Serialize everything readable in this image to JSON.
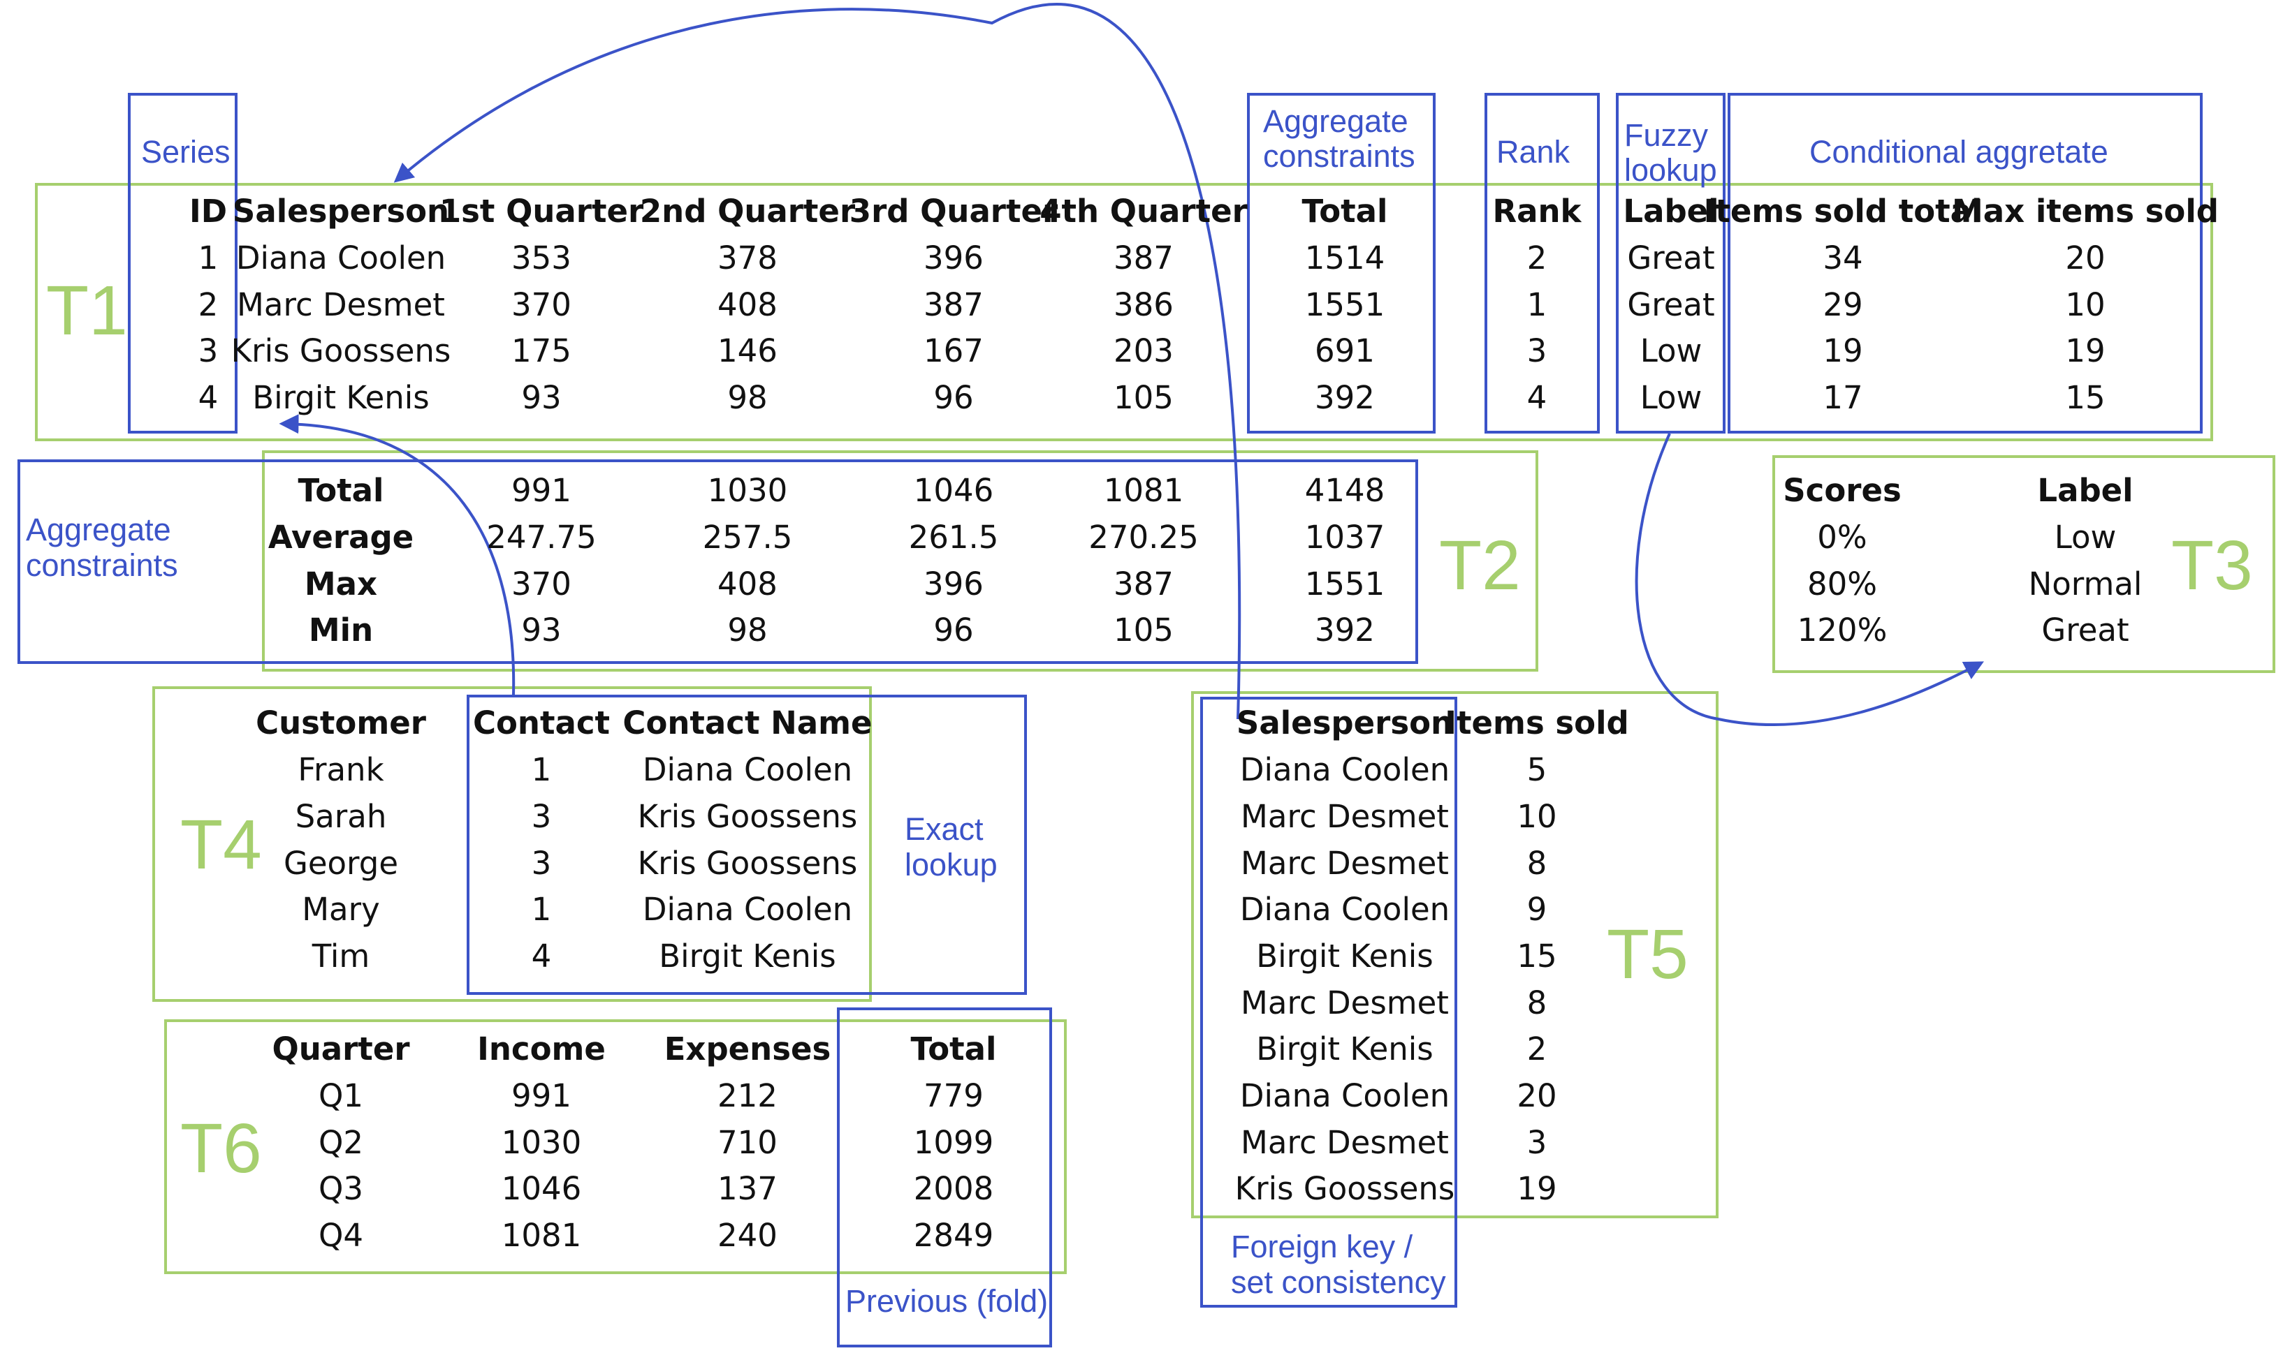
{
  "colors": {
    "table_border": "#a6cf6e",
    "constraint_border": "#3b53c8",
    "table_label": "#a6cf6e",
    "constraint_label": "#3b53c8",
    "text": "#111111"
  },
  "t1": {
    "label": "T1",
    "headers": [
      "ID",
      "Salesperson",
      "1st Quarter",
      "2nd Quarter",
      "3rd Quarter",
      "4th Quarter",
      "Total",
      "Rank",
      "Label",
      "Items sold total",
      "Max items sold"
    ],
    "rows": [
      [
        "1",
        "Diana Coolen",
        "353",
        "378",
        "396",
        "387",
        "1514",
        "2",
        "Great",
        "34",
        "20"
      ],
      [
        "2",
        "Marc Desmet",
        "370",
        "408",
        "387",
        "386",
        "1551",
        "1",
        "Great",
        "29",
        "10"
      ],
      [
        "3",
        "Kris Goossens",
        "175",
        "146",
        "167",
        "203",
        "691",
        "3",
        "Low",
        "19",
        "19"
      ],
      [
        "4",
        "Birgit Kenis",
        "93",
        "98",
        "96",
        "105",
        "392",
        "4",
        "Low",
        "17",
        "15"
      ]
    ]
  },
  "t2": {
    "label": "T2",
    "rows": [
      [
        "Total",
        "991",
        "1030",
        "1046",
        "1081",
        "4148"
      ],
      [
        "Average",
        "247.75",
        "257.5",
        "261.5",
        "270.25",
        "1037"
      ],
      [
        "Max",
        "370",
        "408",
        "396",
        "387",
        "1551"
      ],
      [
        "Min",
        "93",
        "98",
        "96",
        "105",
        "392"
      ]
    ]
  },
  "t3": {
    "label": "T3",
    "headers": [
      "Scores",
      "Label"
    ],
    "rows": [
      [
        "0%",
        "Low"
      ],
      [
        "80%",
        "Normal"
      ],
      [
        "120%",
        "Great"
      ]
    ]
  },
  "t4": {
    "label": "T4",
    "headers": [
      "Customer",
      "Contact",
      "Contact Name"
    ],
    "rows": [
      [
        "Frank",
        "1",
        "Diana Coolen"
      ],
      [
        "Sarah",
        "3",
        "Kris Goossens"
      ],
      [
        "George",
        "3",
        "Kris Goossens"
      ],
      [
        "Mary",
        "1",
        "Diana Coolen"
      ],
      [
        "Tim",
        "4",
        "Birgit Kenis"
      ]
    ]
  },
  "t5": {
    "label": "T5",
    "headers": [
      "Salesperson",
      "Items sold"
    ],
    "rows": [
      [
        "Diana Coolen",
        "5"
      ],
      [
        "Marc Desmet",
        "10"
      ],
      [
        "Marc Desmet",
        "8"
      ],
      [
        "Diana Coolen",
        "9"
      ],
      [
        "Birgit Kenis",
        "15"
      ],
      [
        "Marc Desmet",
        "8"
      ],
      [
        "Birgit Kenis",
        "2"
      ],
      [
        "Diana Coolen",
        "20"
      ],
      [
        "Marc Desmet",
        "3"
      ],
      [
        "Kris Goossens",
        "19"
      ]
    ]
  },
  "t6": {
    "label": "T6",
    "headers": [
      "Quarter",
      "Income",
      "Expenses",
      "Total"
    ],
    "rows": [
      [
        "Q1",
        "991",
        "212",
        "779"
      ],
      [
        "Q2",
        "1030",
        "710",
        "1099"
      ],
      [
        "Q3",
        "1046",
        "137",
        "2008"
      ],
      [
        "Q4",
        "1081",
        "240",
        "2849"
      ]
    ]
  },
  "constraints": {
    "series": "Series",
    "aggregate_t1": [
      "Aggregate",
      "constraints"
    ],
    "rank": "Rank",
    "fuzzy": [
      "Fuzzy",
      "lookup"
    ],
    "conditional": "Conditional aggretate",
    "aggregate_t2": [
      "Aggregate",
      "constraints"
    ],
    "exact": [
      "Exact",
      "lookup"
    ],
    "foreign": [
      "Foreign key /",
      "set consistency"
    ],
    "previous": "Previous (fold)"
  }
}
